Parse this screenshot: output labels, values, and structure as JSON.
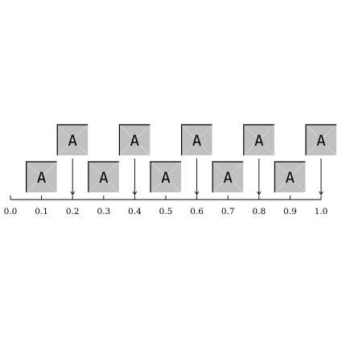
{
  "axis": {
    "tick_labels": [
      "0.0",
      "0.1",
      "0.2",
      "0.3",
      "0.4",
      "0.5",
      "0.6",
      "0.7",
      "0.8",
      "0.9",
      "1.0"
    ]
  },
  "boxes": {
    "letter": "A",
    "lower_row_positions": [
      0.1,
      0.3,
      0.5,
      0.7,
      0.9
    ],
    "upper_row_positions": [
      0.2,
      0.4,
      0.6,
      0.8,
      1.0
    ],
    "fill_color": "#c0c0c0",
    "border_color": "#000000",
    "diagonal_color": "#d4d4d4"
  },
  "arrows": {
    "targets": [
      0.2,
      0.4,
      0.6,
      0.8,
      1.0
    ],
    "color": "#000000"
  }
}
